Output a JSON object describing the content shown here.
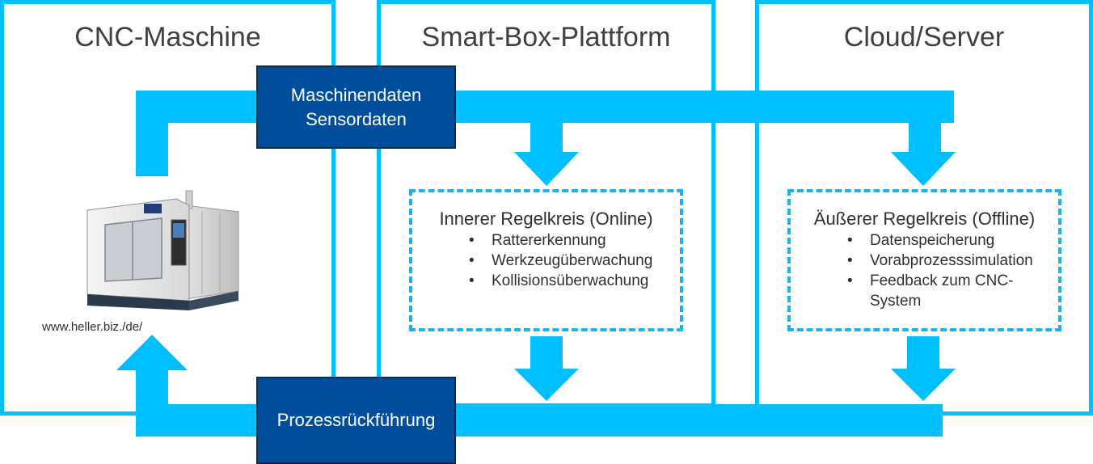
{
  "colors": {
    "flow": "#00bfff",
    "panel_border": "#00bfff",
    "data_box": "#004f9f",
    "dashed_border": "#1ab3f0",
    "title_text": "#404040"
  },
  "panels": [
    {
      "title": "CNC-Maschine"
    },
    {
      "title": "Smart-Box-Plattform"
    },
    {
      "title": "Cloud/Server"
    }
  ],
  "data_box": {
    "line1": "Maschinendaten",
    "line2": "Sensordaten"
  },
  "feedback_box": {
    "label": "Prozessrückführung"
  },
  "inner_loop": {
    "title": "Innerer Regelkreis (Online)",
    "items": [
      "Rattererkennung",
      "Werkzeugüberwachung",
      "Kollisionsüberwachung"
    ]
  },
  "outer_loop": {
    "title": "Äußerer Regelkreis (Offline)",
    "items": [
      "Datenspeicherung",
      "Vorabprozesssimulation",
      "Feedback zum CNC-System"
    ]
  },
  "machine": {
    "source_url": "www.heller.biz./de/",
    "icon": "cnc-machine-icon"
  }
}
